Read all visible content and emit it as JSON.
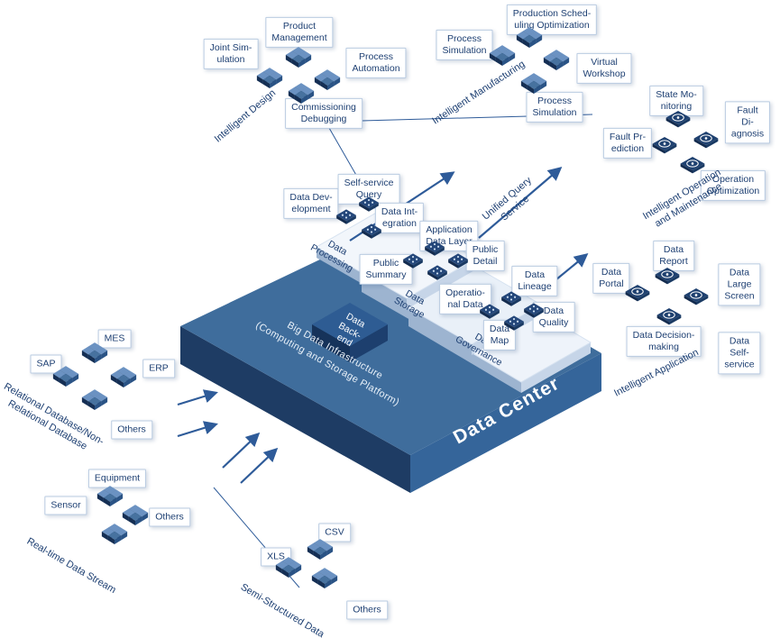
{
  "colors": {
    "accent": "#2e5b99",
    "text": "#1d3f72",
    "platform_top": "#3f6d9c",
    "platform_left": "#1e3c64",
    "platform_right": "#35659a"
  },
  "platform": {
    "name": "Data Center",
    "infrastructure": "Big Data Infrastructure\n(Computing and Storage Platform)",
    "tiers": {
      "processing": "Data\nProcessing",
      "storage": "Data\nStorage",
      "governance": "Data\nGovernance",
      "backend": "Data\nBack-\nend"
    },
    "modules": {
      "data_development": "Data Dev-\nelopment",
      "self_service_query": "Self-service\nQuery",
      "data_integration": "Data Int-\negration",
      "application_data_layer": "Application\nData Layer",
      "public_detail": "Public\nDetail",
      "public_summary": "Public\nSummary",
      "operational_data": "Operatio-\nnal Data",
      "data_lineage": "Data\nLineage",
      "data_quality": "Data\nQuality",
      "data_map": "Data\nMap"
    }
  },
  "flows": {
    "unified_query": "Unified Query\nService"
  },
  "sources": {
    "relational": {
      "axis": "Relational Database/Non-\nRelational Database",
      "items": {
        "sap": "SAP",
        "mes": "MES",
        "erp": "ERP",
        "others": "Others"
      }
    },
    "realtime": {
      "axis": "Real-time Data Stream",
      "items": {
        "equipment": "Equipment",
        "sensor": "Sensor",
        "others": "Others"
      }
    },
    "semi": {
      "axis": "Semi-Structured Data",
      "items": {
        "xls": "XLS",
        "csv": "CSV",
        "others": "Others"
      }
    }
  },
  "apps": {
    "design": {
      "axis": "Intelligent Design",
      "items": {
        "joint_simulation": "Joint Sim-\nulation",
        "product_management": "Product\nManagement",
        "process_automation": "Process\nAutomation",
        "commissioning_debugging": "Commissioning\nDebugging"
      }
    },
    "manufacturing": {
      "axis": "Intelligent Manufacturing",
      "items": {
        "process_simulation_1": "Process\nSimulation",
        "production_scheduling": "Production Sched-\nuling Optimization",
        "virtual_workshop": "Virtual\nWorkshop",
        "process_simulation_2": "Process\nSimulation"
      }
    },
    "oam": {
      "axis": "Intelligent Operation\nand Maintenance",
      "items": {
        "state_monitoring": "State Mo-\nnitoring",
        "fault_diagnosis": "Fault Di-\nagnosis",
        "fault_prediction": "Fault Pr-\nediction",
        "operation_optimization": "Operation\nOptimization"
      }
    },
    "application": {
      "axis": "Intelligent Application",
      "items": {
        "data_report": "Data\nReport",
        "data_large_screen": "Data Large\nScreen",
        "data_portal": "Data\nPortal",
        "data_decision_making": "Data Decision-\nmaking",
        "data_self_service": "Data Self-\nservice"
      }
    }
  },
  "icons": {
    "cube_cluster": "isometric-cube-cluster",
    "app_tile": "isometric-gauge-tile",
    "chip": "platform-chip-dots"
  }
}
